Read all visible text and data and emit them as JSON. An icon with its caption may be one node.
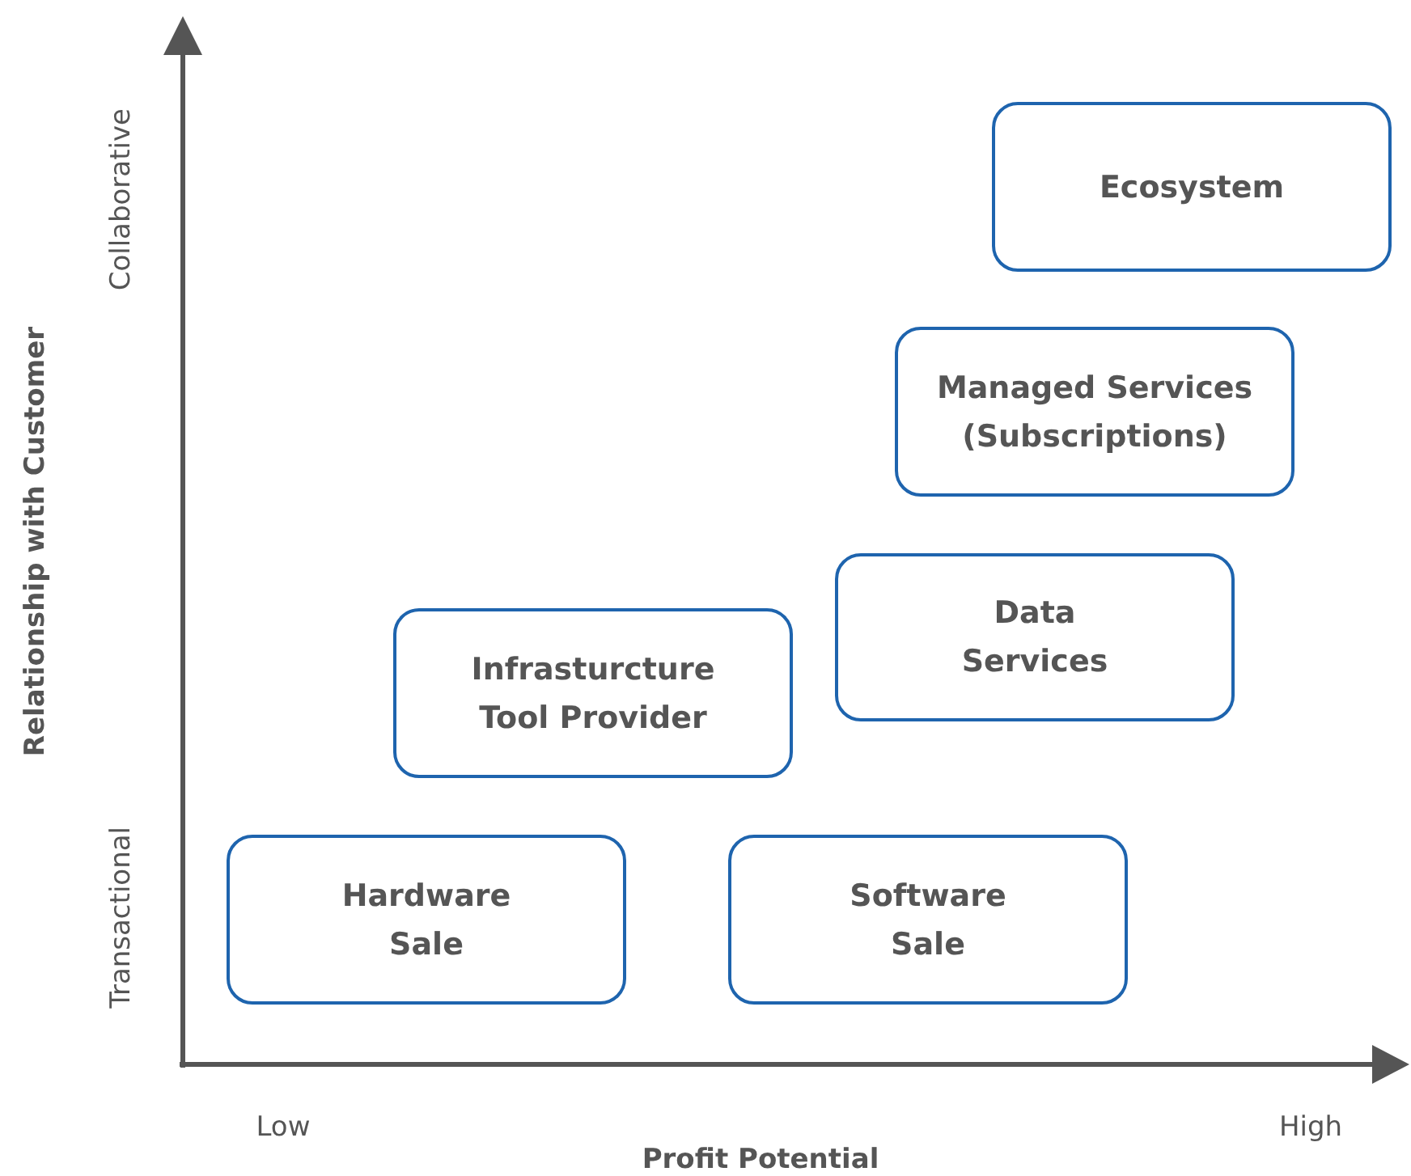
{
  "diagram": {
    "nodes": [
      {
        "text": [
          "Ecosystem"
        ]
      },
      {
        "text": [
          "Managed Services (Subscriptions)"
        ]
      },
      {
        "text": [
          "Data Services"
        ]
      },
      {
        "text": [
          "Infrasturcture Tool Provider"
        ]
      },
      {
        "text": [
          "Hardware Sale"
        ]
      },
      {
        "text": [
          "Software Sale"
        ]
      }
    ],
    "edges": [],
    "labels": [
      "Collaborative",
      "Relationship with Customer",
      "Transactional",
      "Low",
      "High",
      "Profit Potential"
    ]
  }
}
